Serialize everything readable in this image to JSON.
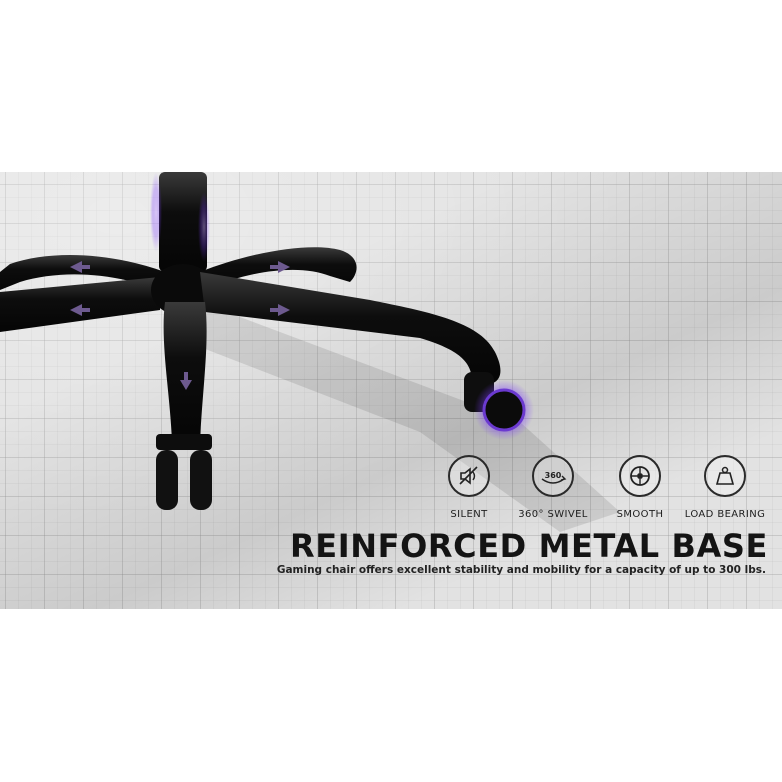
{
  "banner": {
    "headline": "REINFORCED METAL BASE",
    "subline": "Gaming chair offers excellent stability and mobility for a capacity of up to 300 lbs."
  },
  "features": [
    {
      "label": "SILENT",
      "icon": "mute-speaker-icon"
    },
    {
      "label": "360° SWIVEL",
      "icon": "rotate-360-icon"
    },
    {
      "label": "SMOOTH",
      "icon": "wheel-icon"
    },
    {
      "label": "LOAD BEARING",
      "icon": "weight-icon"
    }
  ],
  "colors": {
    "background": "#e2e2e2",
    "text": "#141414",
    "accent": "#a070ff"
  }
}
